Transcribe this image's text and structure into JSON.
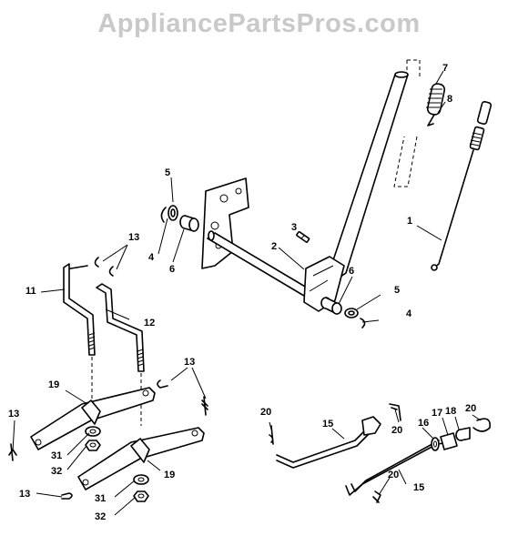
{
  "watermark": "AppliancePartsPros.com",
  "labels": {
    "l1": "1",
    "l2": "2",
    "l3": "3",
    "l4a": "4",
    "l4b": "4",
    "l5a": "5",
    "l5b": "5",
    "l6a": "6",
    "l6b": "6",
    "l7": "7",
    "l8": "8",
    "l11": "11",
    "l12": "12",
    "l13a": "13",
    "l13b": "13",
    "l13c": "13",
    "l13d": "13",
    "l15a": "15",
    "l15b": "15",
    "l16": "16",
    "l17": "17",
    "l18": "18",
    "l19a": "19",
    "l19b": "19",
    "l20a": "20",
    "l20b": "20",
    "l20c": "20",
    "l20d": "20",
    "l31a": "31",
    "l31b": "31",
    "l32a": "32",
    "l32b": "32"
  }
}
